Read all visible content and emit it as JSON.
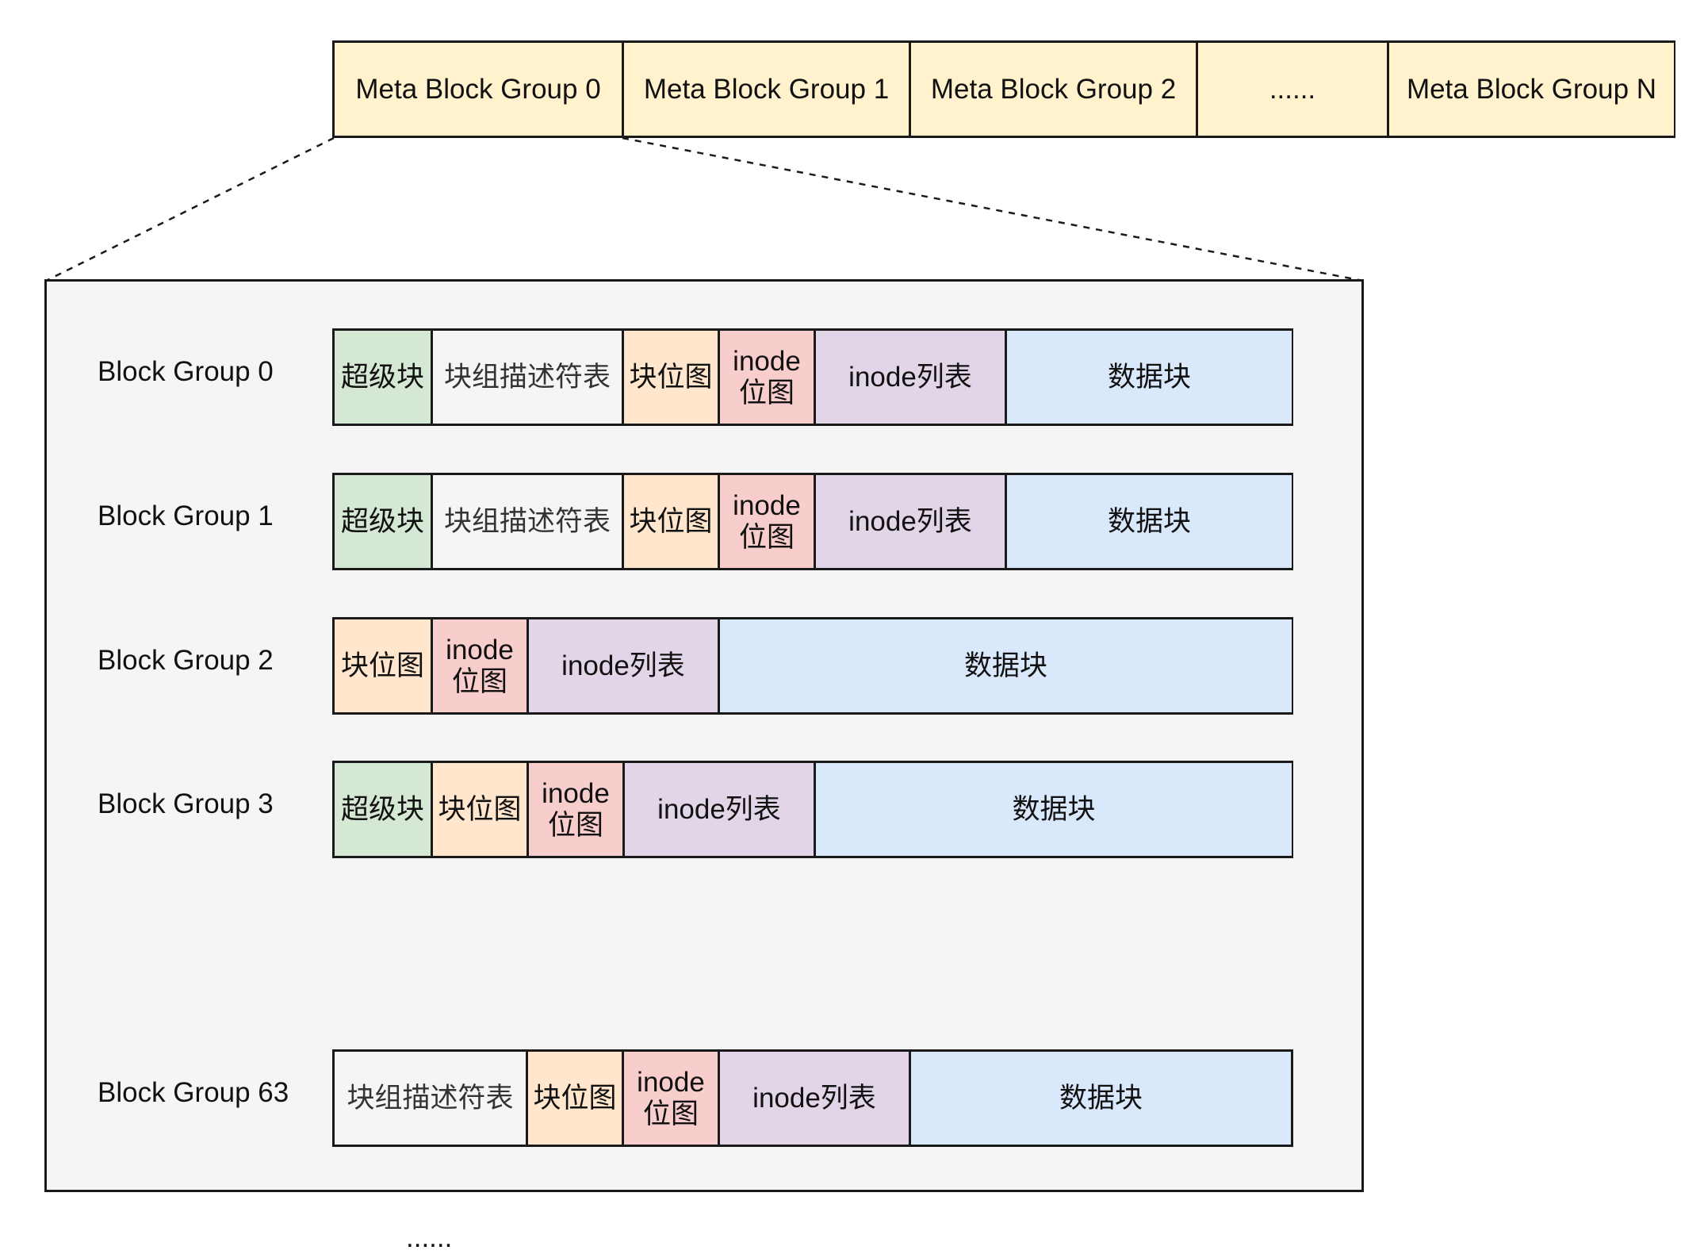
{
  "meta_groups": [
    {
      "label": "Meta Block Group 0",
      "width_units": 363
    },
    {
      "label": "Meta Block Group 1",
      "width_units": 363
    },
    {
      "label": "Meta Block Group 2",
      "width_units": 363
    },
    {
      "label": "......",
      "width_units": 242
    },
    {
      "label": "Meta Block Group N",
      "width_units": 363
    }
  ],
  "colors": {
    "meta": "#fff2cc",
    "super_block": "#d5e8d4",
    "group_descriptor_table": "#f5f5f5",
    "block_bitmap": "#ffe6cc",
    "inode_bitmap": "#f8cecc",
    "inode_table": "#e1d5e7",
    "data_blocks": "#dae8fc",
    "panel_background": "#f5f5f5"
  },
  "block_groups": [
    {
      "label": "Block Group 0",
      "segments": [
        {
          "kind": "super",
          "text": "超级块",
          "width_units": 2
        },
        {
          "kind": "desc",
          "text": "块组描述符表",
          "width_units": 4
        },
        {
          "kind": "bmap",
          "text": "块位图",
          "width_units": 2
        },
        {
          "kind": "ibmap",
          "text": "inode\n位图",
          "width_units": 2
        },
        {
          "kind": "itab",
          "text": "inode列表",
          "width_units": 4
        },
        {
          "kind": "data",
          "text": "数据块",
          "width_units": 6
        }
      ]
    },
    {
      "label": "Block Group 1",
      "segments": [
        {
          "kind": "super",
          "text": "超级块",
          "width_units": 2
        },
        {
          "kind": "desc",
          "text": "块组描述符表",
          "width_units": 4
        },
        {
          "kind": "bmap",
          "text": "块位图",
          "width_units": 2
        },
        {
          "kind": "ibmap",
          "text": "inode\n位图",
          "width_units": 2
        },
        {
          "kind": "itab",
          "text": "inode列表",
          "width_units": 4
        },
        {
          "kind": "data",
          "text": "数据块",
          "width_units": 6
        }
      ]
    },
    {
      "label": "Block Group 2",
      "segments": [
        {
          "kind": "bmap",
          "text": "块位图",
          "width_units": 2
        },
        {
          "kind": "ibmap",
          "text": "inode\n位图",
          "width_units": 2
        },
        {
          "kind": "itab",
          "text": "inode列表",
          "width_units": 4
        },
        {
          "kind": "data",
          "text": "数据块",
          "width_units": 12
        }
      ]
    },
    {
      "label": "Block Group 3",
      "segments": [
        {
          "kind": "super",
          "text": "超级块",
          "width_units": 2
        },
        {
          "kind": "bmap",
          "text": "块位图",
          "width_units": 2
        },
        {
          "kind": "ibmap",
          "text": "inode\n位图",
          "width_units": 2
        },
        {
          "kind": "itab",
          "text": "inode列表",
          "width_units": 4
        },
        {
          "kind": "data",
          "text": "数据块",
          "width_units": 10
        }
      ]
    },
    {
      "label": "Block Group 63",
      "segments": [
        {
          "kind": "desc",
          "text": "块组描述符表",
          "width_units": 4
        },
        {
          "kind": "bmap",
          "text": "块位图",
          "width_units": 2
        },
        {
          "kind": "ibmap",
          "text": "inode\n位图",
          "width_units": 2
        },
        {
          "kind": "itab",
          "text": "inode列表",
          "width_units": 4
        },
        {
          "kind": "data",
          "text": "数据块",
          "width_units": 8
        }
      ]
    }
  ],
  "middle_ellipsis": "......"
}
